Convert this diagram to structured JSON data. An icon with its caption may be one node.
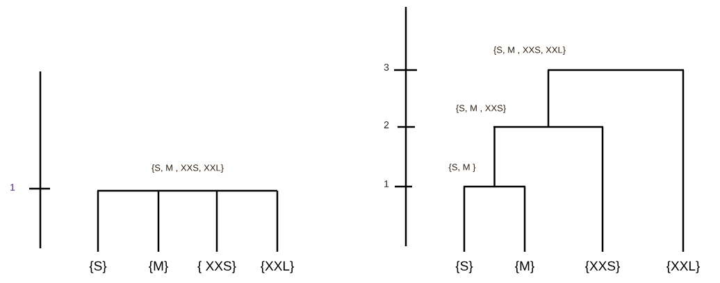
{
  "diagram": {
    "nodes": [
      {
        "text": [
          "{S}"
        ]
      },
      {
        "text": [
          "{M}"
        ]
      },
      {
        "text": [
          "{ XXS}"
        ]
      },
      {
        "text": [
          "{XXL}"
        ]
      },
      {
        "text": [],
        "shape": "bar",
        "beside": [
          "{S, M , XXS, XXL}"
        ]
      },
      {
        "text": [
          "{S}"
        ]
      },
      {
        "text": [
          "{M}"
        ]
      },
      {
        "text": [
          "{XXS}"
        ]
      },
      {
        "text": [
          "{XXL}"
        ]
      },
      {
        "text": [],
        "shape": "bar",
        "beside": [
          "{S, M }"
        ]
      },
      {
        "text": [],
        "shape": "bar",
        "beside": [
          "{S, M , XXS}"
        ]
      },
      {
        "text": [],
        "shape": "bar",
        "beside": [
          "{S, M , XXS, XXL}"
        ]
      }
    ],
    "edges": [
      {
        "from": 0,
        "to": 4,
        "arrow": "none"
      },
      {
        "from": 1,
        "to": 4,
        "arrow": "none"
      },
      {
        "from": 2,
        "to": 4,
        "arrow": "none"
      },
      {
        "from": 3,
        "to": 4,
        "arrow": "none"
      },
      {
        "from": 5,
        "to": 9,
        "arrow": "none"
      },
      {
        "from": 6,
        "to": 9,
        "arrow": "none"
      },
      {
        "from": 9,
        "to": 10,
        "arrow": "none"
      },
      {
        "from": 7,
        "to": 10,
        "arrow": "none"
      },
      {
        "from": 10,
        "to": 11,
        "arrow": "none"
      },
      {
        "from": 8,
        "to": 11,
        "arrow": "none"
      }
    ],
    "labels": [
      "1",
      "3",
      "2",
      "1"
    ]
  }
}
